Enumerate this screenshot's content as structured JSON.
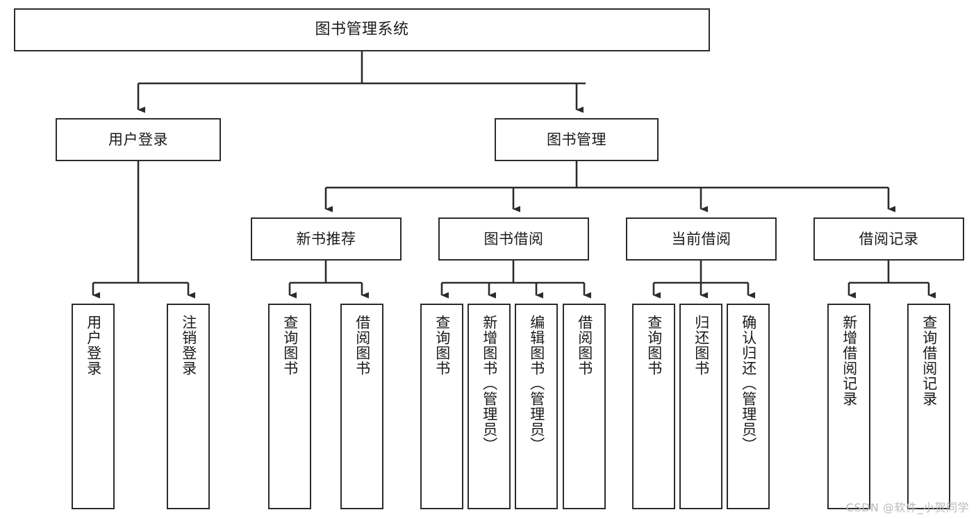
{
  "diagram": {
    "title": "图书管理系统",
    "type": "tree",
    "watermark": "CSDN @软件_小贺同学",
    "colors": {
      "box_border": "#2b2b2b",
      "box_fill": "#ffffff",
      "edge": "#2b2b2b",
      "text": "#1a1a1a",
      "watermark": "#b9b9b9",
      "background": "#ffffff"
    },
    "levels": {
      "root": {
        "label": "图书管理系统"
      },
      "level2": [
        {
          "label": "用户登录"
        },
        {
          "label": "图书管理"
        }
      ],
      "level3": [
        {
          "label": "新书推荐"
        },
        {
          "label": "图书借阅"
        },
        {
          "label": "当前借阅"
        },
        {
          "label": "借阅记录"
        }
      ],
      "leaves": {
        "user_login": [
          {
            "label": "用户登录"
          },
          {
            "label": "注销登录"
          }
        ],
        "new_book_recommend": [
          {
            "label": "查询图书"
          },
          {
            "label": "借阅图书"
          }
        ],
        "book_borrow": [
          {
            "label": "查询图书"
          },
          {
            "label": "新增图书（管理员）"
          },
          {
            "label": "编辑图书（管理员）"
          },
          {
            "label": "借阅图书"
          }
        ],
        "current_borrow": [
          {
            "label": "查询图书"
          },
          {
            "label": "归还图书"
          },
          {
            "label": "确认归还（管理员）"
          }
        ],
        "borrow_record": [
          {
            "label": "新增借阅记录"
          },
          {
            "label": "查询借阅记录"
          }
        ]
      }
    }
  }
}
